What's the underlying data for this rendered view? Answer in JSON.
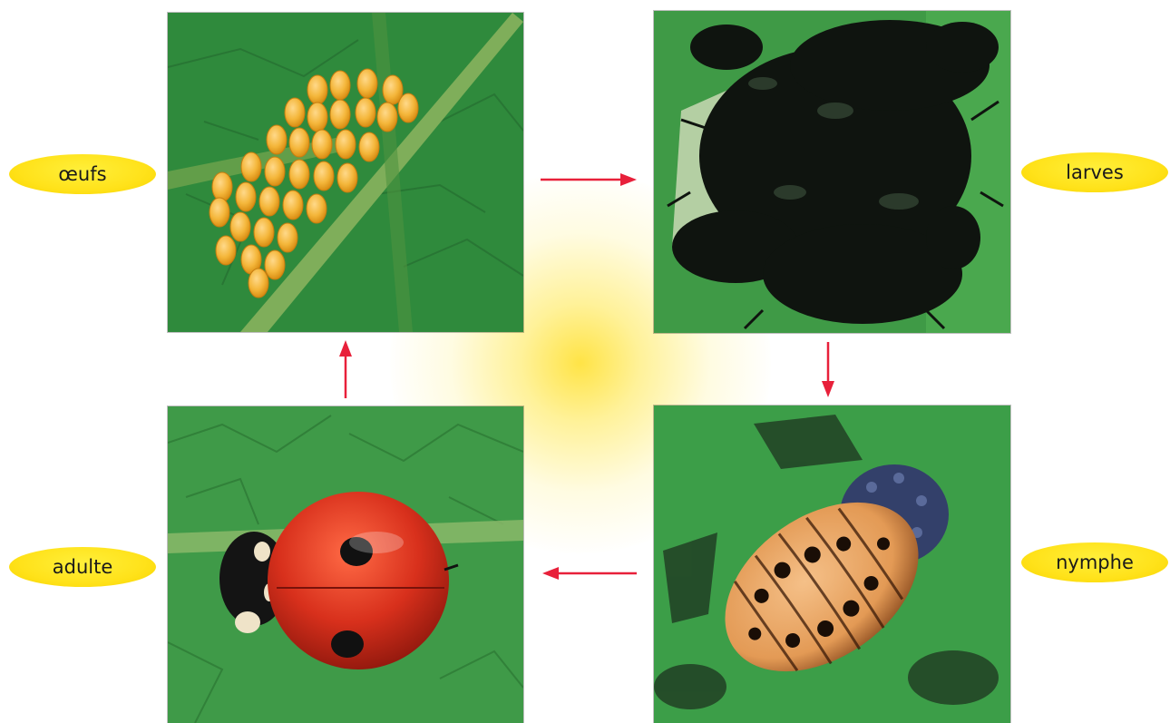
{
  "stages": {
    "eggs": {
      "label": "œufs"
    },
    "larvae": {
      "label": "larves"
    },
    "pupa": {
      "label": "nymphe"
    },
    "adult": {
      "label": "adulte"
    }
  },
  "colors": {
    "arrow": "#e8203a",
    "label_fill": "#ffe21a",
    "leaf_green": "#2f8a3c",
    "egg_yellow": "#f4b63a",
    "ladybug_red": "#d8301c"
  },
  "icons": {
    "eggs": "egg-cluster-icon",
    "larvae": "larvae-group-icon",
    "pupa": "pupa-icon",
    "adult": "ladybug-icon"
  }
}
